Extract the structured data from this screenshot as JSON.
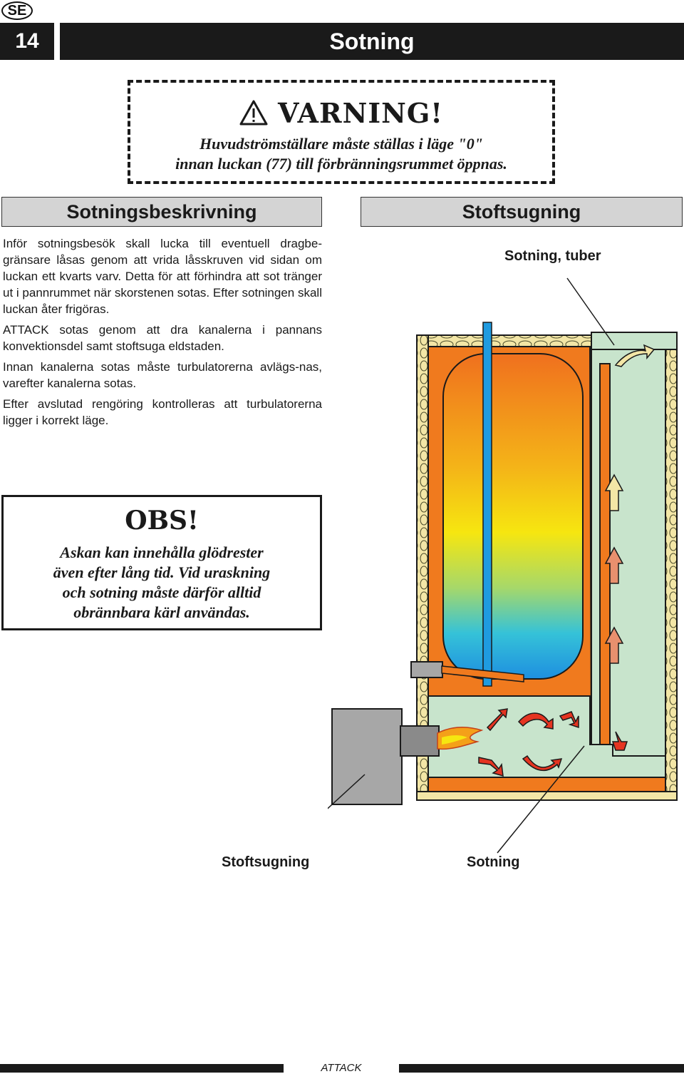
{
  "header": {
    "lang": "SE",
    "page_number": "14",
    "title": "Sotning"
  },
  "warning": {
    "title": "VARNING!",
    "line1": "Huvudströmställare måste ställas i läge \"0\"",
    "line2": "innan luckan (77) till förbränningsrummet öppnas."
  },
  "sections": {
    "left_heading": "Sotningsbeskrivning",
    "right_heading": "Stoftsugning"
  },
  "body": {
    "p1": "Inför sotningsbesök skall lucka till eventuell dragbe-gränsare låsas genom att vrida låsskruven vid sidan om luckan ett kvarts varv. Detta för att förhindra att sot tränger ut i pannrummet när skorstenen sotas. Efter sotningen skall luckan åter frigöras.",
    "p2": "ATTACK sotas genom att dra kanalerna i pannans konvektionsdel samt stoftsuga eldstaden.",
    "p3": "Innan kanalerna sotas måste turbulatorerna avlägs-nas, varefter kanalerna sotas.",
    "p4": "Efter avslutad rengöring kontrolleras att turbulatorerna ligger i korrekt läge."
  },
  "obs": {
    "title": "OBS!",
    "line1": "Askan kan innehålla glödrester",
    "line2": "även efter lång tid. Vid uraskning",
    "line3": "och sotning måste därför alltid",
    "line4": "obrännbara kärl användas."
  },
  "diagram_labels": {
    "tubes": "Sotning, tuber",
    "vacuum": "Stoftsugning",
    "sweeping": "Sotning"
  },
  "footer": {
    "brand": "ATTACK"
  },
  "colors": {
    "insulation": "#f3e6a6",
    "outer_shell": "#f07a1e",
    "combustion_chamber": "#c8e4cc",
    "burner": "#a7a7a7",
    "hot_arrow": "#e53421",
    "warm_arrow": "#e8906e",
    "rising_arrow": "#f3e6a6",
    "pipe": "#1f9be0"
  }
}
